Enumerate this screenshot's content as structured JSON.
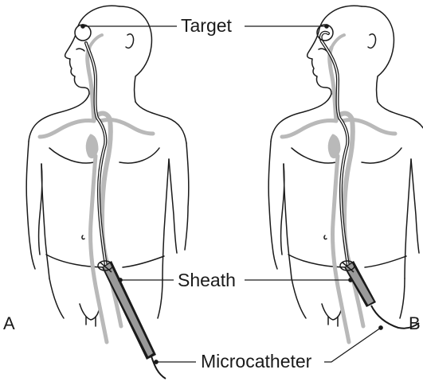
{
  "labels": {
    "target": "Target",
    "sheath": "Sheath",
    "microcatheter": "Microcatheter"
  },
  "panels": {
    "left": "A",
    "right": "B"
  },
  "colors": {
    "outline": "#1a1a1a",
    "vessel": "#b9b9b9",
    "background": "#ffffff"
  }
}
